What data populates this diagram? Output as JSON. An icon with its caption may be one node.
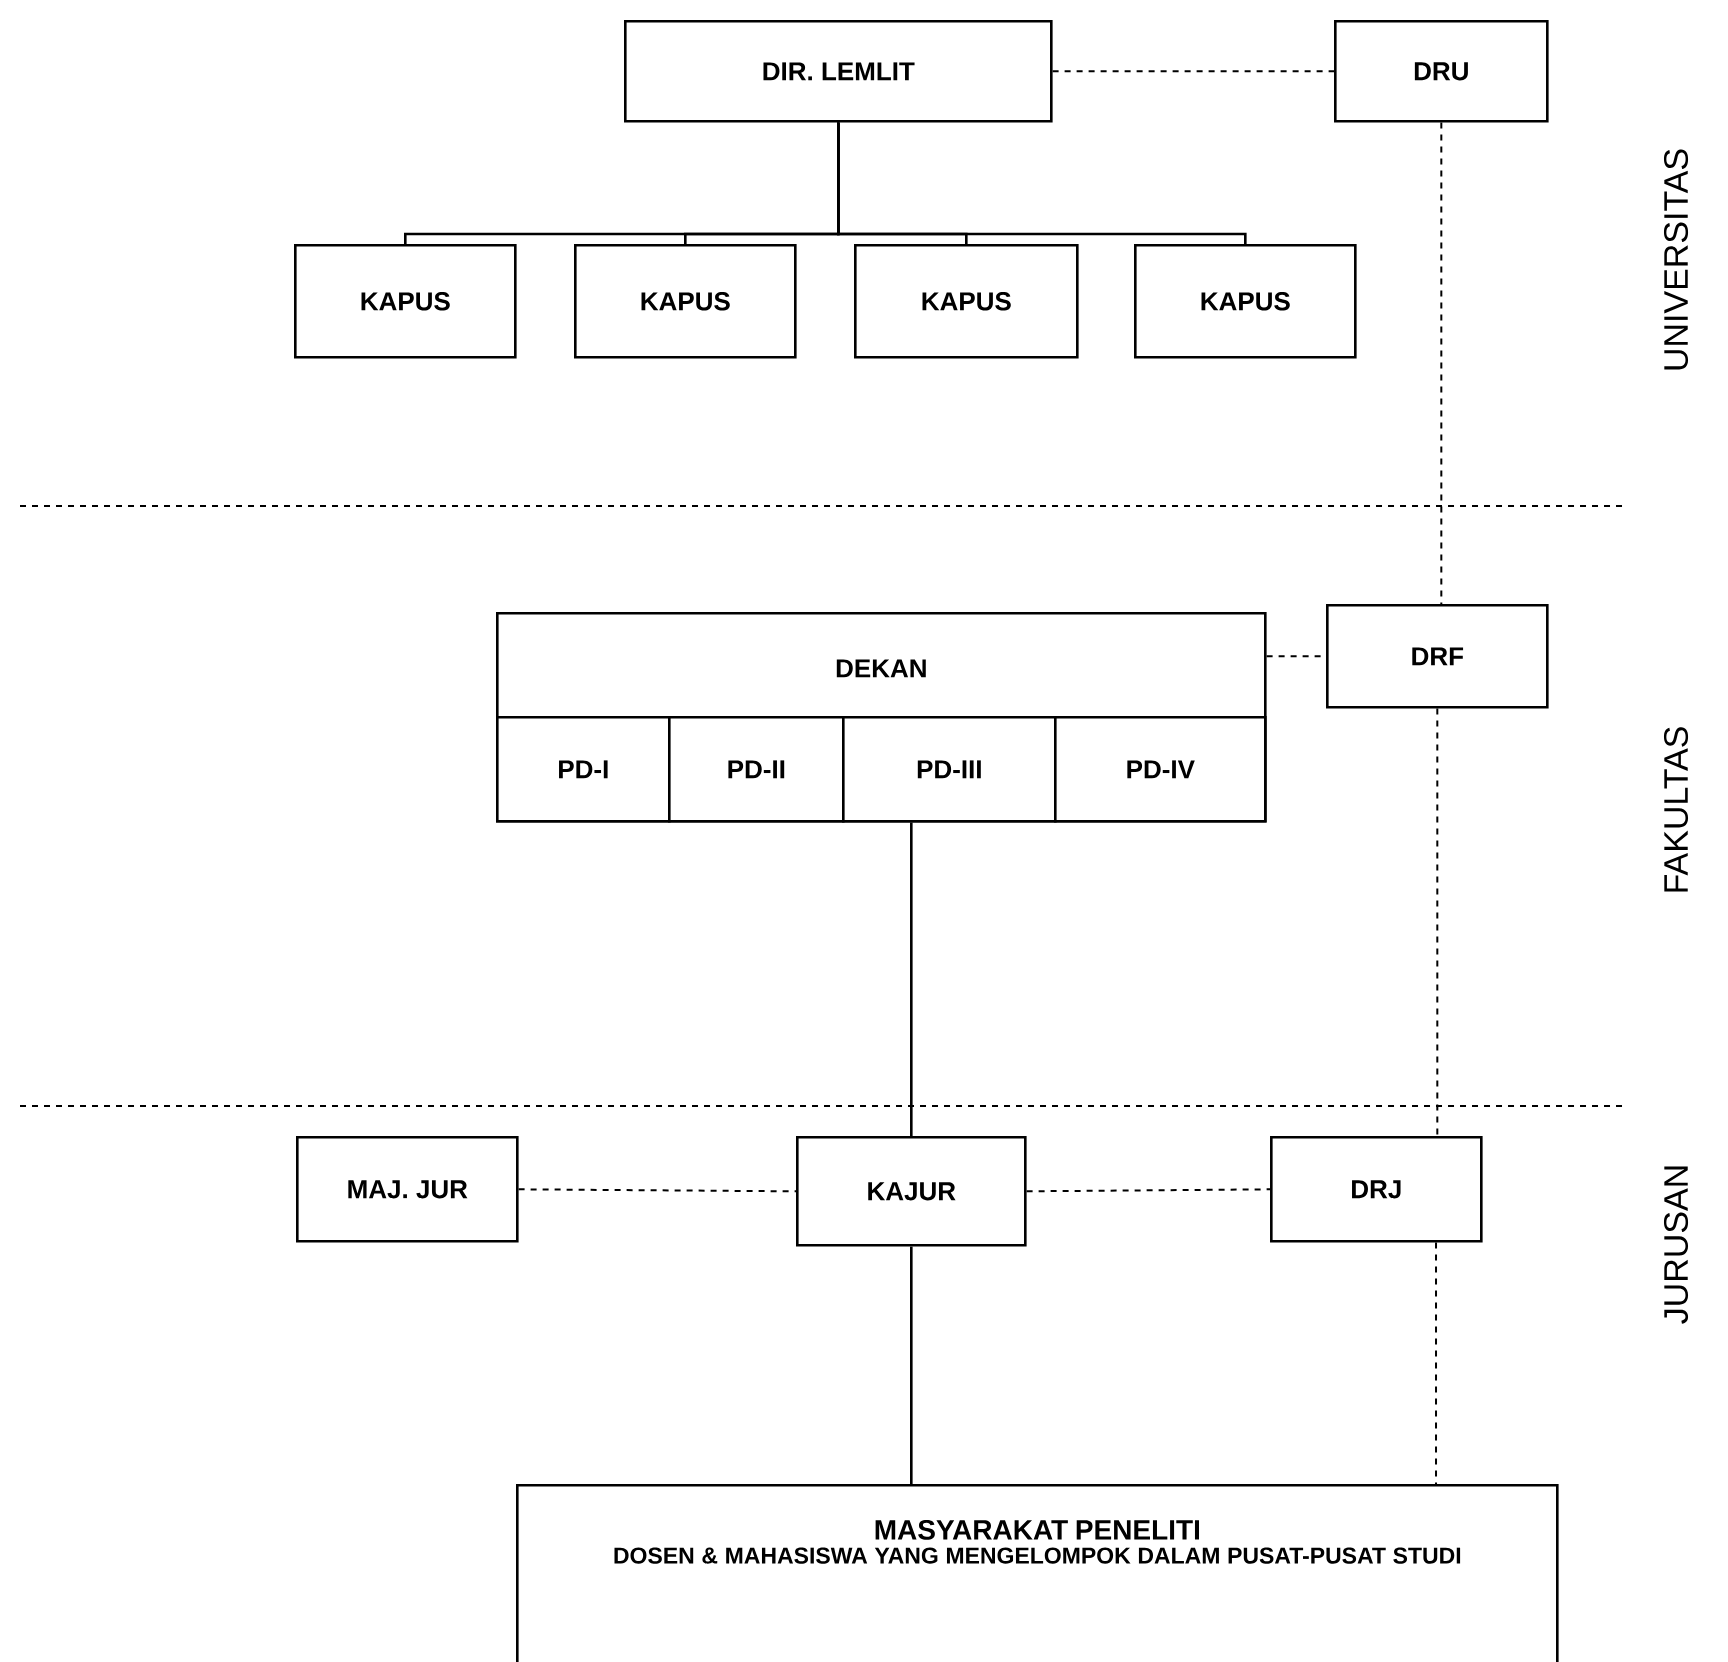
{
  "diagram": {
    "nodes": [
      {
        "text": [
          "DIR. LEMLIT"
        ]
      },
      {
        "text": [
          "DRU"
        ]
      },
      {
        "text": [
          "KAPUS"
        ]
      },
      {
        "text": [
          "KAPUS"
        ]
      },
      {
        "text": [
          "KAPUS"
        ]
      },
      {
        "text": [
          "KAPUS"
        ]
      },
      {
        "text": [
          "DEKAN"
        ]
      },
      {
        "text": [
          "PD-I"
        ],
        "in": 6
      },
      {
        "text": [
          "PD-II"
        ],
        "in": 6
      },
      {
        "text": [
          "PD-III"
        ],
        "in": 6
      },
      {
        "text": [
          "PD-IV"
        ],
        "in": 6
      },
      {
        "text": [
          "DRF"
        ]
      },
      {
        "text": [
          "MAJ. JUR"
        ]
      },
      {
        "text": [
          "KAJUR"
        ]
      },
      {
        "text": [
          "DRJ"
        ]
      },
      {
        "text": [
          "MASYARAKAT PENELITI",
          "DOSEN & MAHASISWA YANG MENGELOMPOK DALAM PUSAT-PUSAT STUDI"
        ]
      }
    ],
    "edges": [
      {
        "from": 0,
        "to": 1,
        "arrow": "none",
        "style": "dashed"
      },
      {
        "from": 0,
        "to": 2,
        "arrow": "none"
      },
      {
        "from": 0,
        "to": 3,
        "arrow": "none"
      },
      {
        "from": 0,
        "to": 4,
        "arrow": "none"
      },
      {
        "from": 0,
        "to": 5,
        "arrow": "none"
      },
      {
        "from": 1,
        "to": 11,
        "arrow": "none",
        "style": "dashed"
      },
      {
        "from": 6,
        "to": 11,
        "arrow": "none",
        "style": "dashed"
      },
      {
        "from": 11,
        "to": 14,
        "arrow": "none",
        "style": "dashed"
      },
      {
        "from": 9,
        "to": 13,
        "arrow": "none"
      },
      {
        "from": 12,
        "to": 13,
        "arrow": "none",
        "style": "dashed"
      },
      {
        "from": 13,
        "to": 14,
        "arrow": "none",
        "style": "dashed"
      },
      {
        "from": 13,
        "to": 15,
        "arrow": "none"
      },
      {
        "from": 14,
        "to": 15,
        "arrow": "none",
        "style": "dashed"
      }
    ],
    "labels": [
      "UNIVERSITAS",
      "FAKULTAS",
      "JURUSAN"
    ]
  }
}
